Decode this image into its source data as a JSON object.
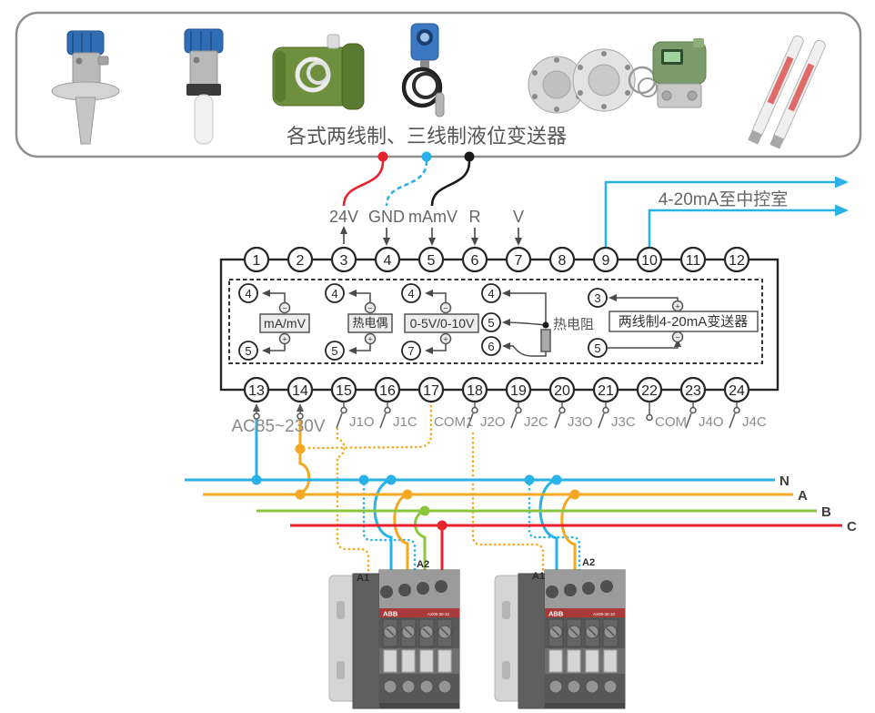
{
  "header": {
    "caption": "各式两线制、三线制液位变送器"
  },
  "leads": {
    "labels": [
      "24V",
      "GND",
      "mAmV",
      "R",
      "V"
    ]
  },
  "output": {
    "label": "4-20mA至中控室"
  },
  "terminals": {
    "top": [
      "1",
      "2",
      "3",
      "4",
      "5",
      "6",
      "7",
      "8",
      "9",
      "10",
      "11",
      "12"
    ],
    "bottom": [
      "13",
      "14",
      "15",
      "16",
      "17",
      "18",
      "19",
      "20",
      "21",
      "22",
      "23",
      "24"
    ]
  },
  "inner": {
    "g1": {
      "t": "4",
      "b": "5",
      "box": "mA/mV",
      "ts": "−",
      "bs": "+"
    },
    "g2": {
      "t": "4",
      "b": "5",
      "box": "热电偶",
      "ts": "−",
      "bs": "+"
    },
    "g3": {
      "t": "4",
      "b": "7",
      "box": "0-5V/0-10V",
      "ts": "−",
      "bs": "+"
    },
    "g4": {
      "t1": "4",
      "t2": "5",
      "t3": "6",
      "label": "热电阻"
    },
    "g5": {
      "t": "3",
      "b": "5",
      "box": "两线制4-20mA变送器",
      "ts": "+",
      "bs": "−"
    }
  },
  "power": {
    "input": "AC85~230V",
    "relays": [
      "J1O",
      "J1C",
      "COM1",
      "J2O",
      "J2C",
      "J3O",
      "J3C",
      "COM",
      "J4O",
      "J4C"
    ],
    "buses": [
      "N",
      "A",
      "B",
      "C"
    ]
  },
  "contactor": {
    "brand": "ABB",
    "model": "AX09-30-10",
    "a1": "A1",
    "a2": "A2"
  },
  "colors": {
    "cyan": "#29b2e8",
    "orange": "#f7a823",
    "green": "#8cc63f",
    "red": "#e8222d",
    "black": "#1a1a1a",
    "gray_border": "#8f8f8f"
  }
}
